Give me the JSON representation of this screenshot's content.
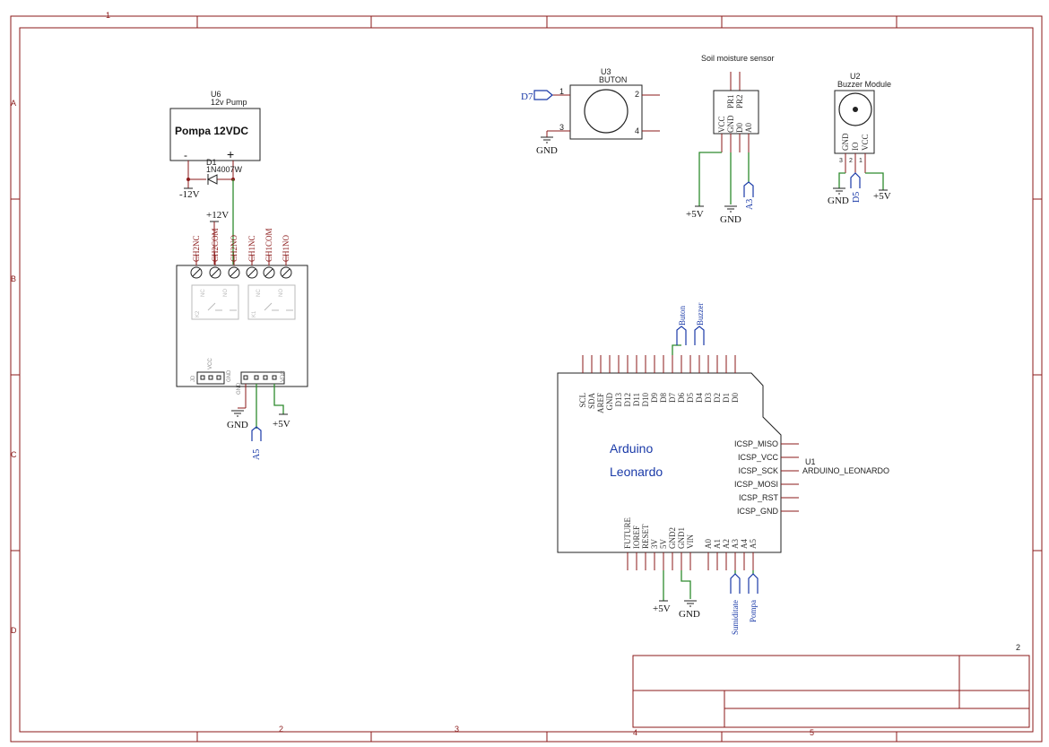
{
  "frame": {
    "cols_top": [
      "1"
    ],
    "cols_bottom": [
      "2",
      "3",
      "4",
      "5"
    ],
    "rows": [
      "A",
      "B",
      "C",
      "D"
    ],
    "sheet_number": "2"
  },
  "pump": {
    "ref": "U6",
    "value": "12v Pump",
    "label": "Pompa 12VDC",
    "minus": "-",
    "plus": "+"
  },
  "diode": {
    "ref": "D1",
    "value": "1N4007W"
  },
  "power": {
    "neg12": "-12V",
    "pos12": "+12V",
    "pos5": "+5V",
    "gnd": "GND"
  },
  "relay": {
    "top_pins": [
      "CH2NC",
      "CH2COM",
      "CH2NO",
      "CH1NC",
      "CH1COM",
      "CH1NO"
    ],
    "jd": "JD",
    "vcc": "VCC",
    "gnd": "GND",
    "gnd_pin": "GND",
    "vdc": "VDC",
    "mark_k2": "K2",
    "mark_k1": "K1",
    "nc": "NC",
    "no": "NO"
  },
  "button": {
    "ref": "U3",
    "value": "BUTON",
    "pins": [
      "1",
      "2",
      "3",
      "4"
    ],
    "net_in": "D7"
  },
  "soil": {
    "title": "Soil moisture sensor",
    "pins_top": [
      "PR1",
      "PR2"
    ],
    "pins_bottom": [
      "VCC",
      "GND",
      "D0",
      "A0"
    ],
    "net": "A3"
  },
  "buzzer": {
    "ref": "U2",
    "value": "Buzzer Module",
    "pins": [
      "GND",
      "IO",
      "VCC"
    ],
    "pin_numbers": [
      "3",
      "2",
      "1"
    ],
    "net": "D5"
  },
  "arduino": {
    "ref": "U1",
    "value": "ARDUINO_LEONARDO",
    "line1": "Arduino",
    "line2": "Leonardo",
    "top_pins": [
      "SCL",
      "SDA",
      "AREF",
      "GND",
      "D13",
      "D12",
      "D11",
      "D10",
      "D9",
      "D8",
      "D7",
      "D6",
      "D5",
      "D4",
      "D3",
      "D2",
      "D1",
      "D0"
    ],
    "bottom_pins": [
      "FUTURE",
      "IOREF",
      "RESET",
      "3V",
      "5V",
      "GND2",
      "GND1",
      "VIN",
      "A0",
      "A1",
      "A2",
      "A3",
      "A4",
      "A5"
    ],
    "icsp": [
      "ICSP_MISO",
      "ICSP_VCC",
      "ICSP_SCK",
      "ICSP_MOSI",
      "ICSP_RST",
      "ICSP_GND"
    ],
    "flag_button": "Buton",
    "flag_buzzer": "Buzzer",
    "flag_soil": "Sumiditate",
    "flag_pump": "Pompa"
  },
  "relay_net": "A5",
  "colors": {
    "frame": "#8b1a1a",
    "wire": "#2e8b2e",
    "net": "#1a3aa8"
  }
}
